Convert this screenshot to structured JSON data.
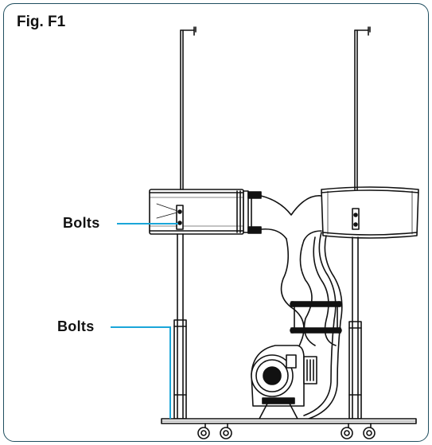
{
  "figure": {
    "label": "Fig. F1"
  },
  "callouts": [
    {
      "text": "Bolts"
    },
    {
      "text": "Bolts"
    }
  ],
  "colors": {
    "frame_border": "#1f4e5f",
    "callout_line": "#1aa6d9",
    "drawing_stroke": "#111111"
  }
}
